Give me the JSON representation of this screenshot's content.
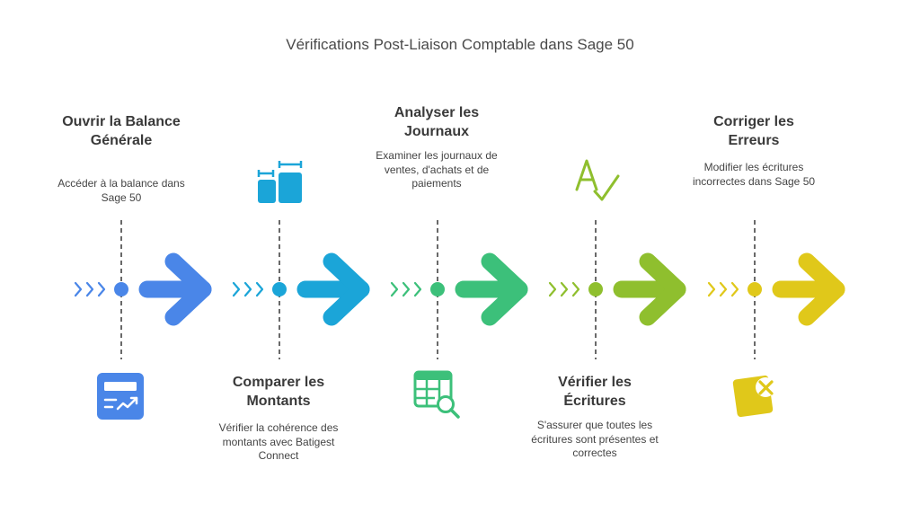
{
  "title": "Vérifications Post-Liaison Comptable dans Sage 50",
  "steps": [
    {
      "title": "Ouvrir la Balance Générale",
      "description": "Accéder à la balance dans Sage 50",
      "color": "#4a86e8",
      "icon": "report-chart-icon",
      "text_position": "top"
    },
    {
      "title": "Comparer les Montants",
      "description": "Vérifier la cohérence des montants avec Batigest Connect",
      "color": "#1ba5d8",
      "icon": "compare-bars-icon",
      "text_position": "bottom"
    },
    {
      "title": "Analyser les Journaux",
      "description": "Examiner les journaux de ventes, d'achats et de paiements",
      "color": "#3cc07a",
      "icon": "table-search-icon",
      "text_position": "top"
    },
    {
      "title": "Vérifier les Écritures",
      "description": "S'assurer que toutes les écritures sont présentes et correctes",
      "color": "#8fbf2e",
      "icon": "spell-check-icon",
      "text_position": "bottom"
    },
    {
      "title": "Corriger les Erreurs",
      "description": "Modifier les écritures incorrectes dans Sage 50",
      "color": "#e0c81a",
      "icon": "note-cross-icon",
      "text_position": "top"
    }
  ]
}
